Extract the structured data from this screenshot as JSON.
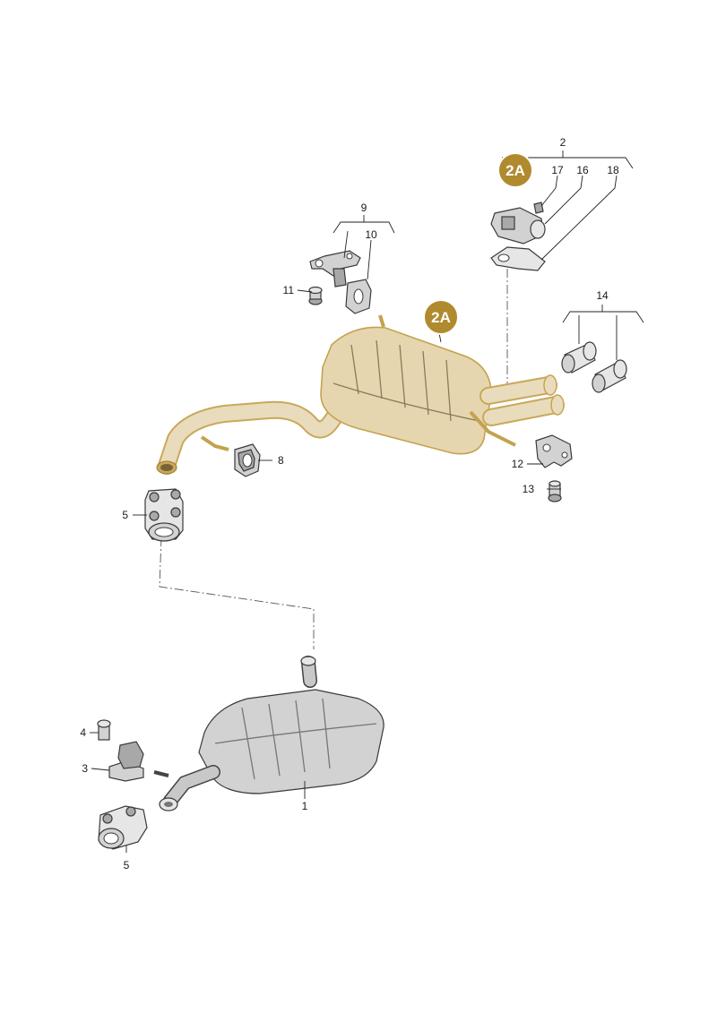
{
  "callouts": {
    "c1": "1",
    "c2": "2",
    "c3": "3",
    "c4": "4",
    "c5a": "5",
    "c5b": "5",
    "c8": "8",
    "c9": "9",
    "c10": "10",
    "c11": "11",
    "c12": "12",
    "c13": "13",
    "c14": "14",
    "c16": "16",
    "c17": "17",
    "c18": "18"
  },
  "badges": {
    "top": "2A",
    "muffler": "2A"
  },
  "colors": {
    "badge_fill": "#b08a2e",
    "highlight": "#c4a24e"
  }
}
